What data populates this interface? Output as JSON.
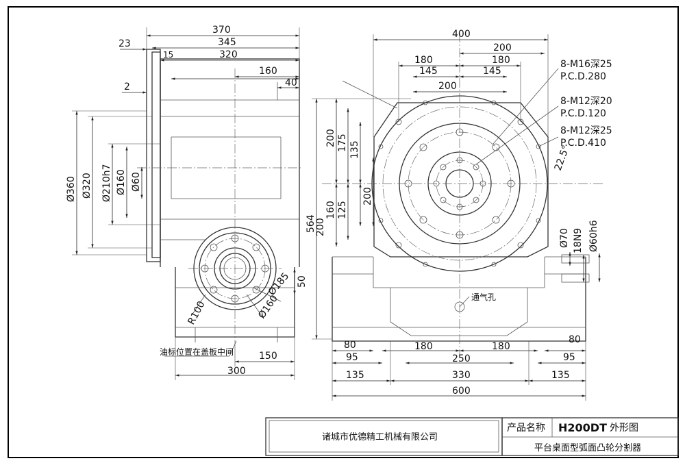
{
  "left_view": {
    "top_dims": [
      "370",
      "23",
      "345",
      "15",
      "320",
      "2",
      "160",
      "40"
    ],
    "vert_dims": [
      "Ø360",
      "Ø320",
      "Ø210h7",
      "Ø160",
      "Ø60"
    ],
    "flange_dims": [
      "R100",
      "Ø185",
      "Ø160"
    ],
    "bottom_dims": [
      "50",
      "150",
      "300"
    ],
    "note": "油标位置在盖板中间"
  },
  "front_view": {
    "top_dims": [
      "400",
      "200",
      "180",
      "180",
      "145",
      "145",
      "200"
    ],
    "callouts": [
      "8-M16深25",
      "P.C.D.280",
      "8-M12深20",
      "P.C.D.120",
      "8-M12深25",
      "P.C.D.410"
    ],
    "angle": "22.5°",
    "left_dims": [
      "200",
      "175",
      "135",
      "200",
      "160",
      "125",
      "564",
      "200"
    ],
    "right_dims": [
      "Ø70",
      "18N9",
      "Ø60h6"
    ],
    "vent": "通气孔",
    "bottom_dims": [
      "80",
      "95",
      "180",
      "250",
      "180",
      "80",
      "95",
      "135",
      "330",
      "135",
      "600"
    ]
  },
  "title_block": {
    "company": "诸城市优德精工机械有限公司",
    "name_label": "产品名称",
    "model": "H200DT",
    "drawing_type": "外形图",
    "description": "平台桌面型弧面凸轮分割器"
  }
}
